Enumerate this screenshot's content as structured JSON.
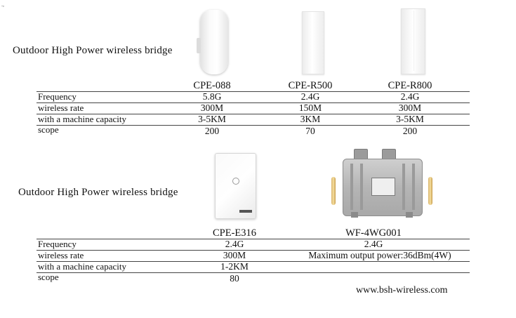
{
  "corner_mark": ".,",
  "section1": {
    "title": "Outdoor High Power wireless bridge",
    "products": [
      "CPE-088",
      "CPE-R500",
      "CPE-R800"
    ],
    "rows": [
      {
        "label": "Frequency",
        "values": [
          "5.8G",
          "2.4G",
          "2.4G"
        ]
      },
      {
        "label": "wireless rate",
        "values": [
          "300M",
          "150M",
          "300M"
        ]
      },
      {
        "label": "with a machine capacity",
        "values": [
          "3-5KM",
          "3KM",
          "3-5KM"
        ]
      },
      {
        "label": "scope",
        "values": [
          "200",
          "70",
          "200"
        ]
      }
    ]
  },
  "section2": {
    "title": "Outdoor High Power wireless bridge",
    "products": [
      "CPE-E316",
      "WF-4WG001"
    ],
    "rows": [
      {
        "label": "Frequency",
        "values": [
          "2.4G",
          "2.4G"
        ]
      },
      {
        "label": "wireless rate",
        "values": [
          "300M",
          "Maximum output power:36dBm(4W)"
        ]
      },
      {
        "label": "with a machine capacity",
        "values": [
          "1-2KM",
          ""
        ]
      },
      {
        "label": "scope",
        "values": [
          "80",
          ""
        ]
      }
    ]
  },
  "footer": {
    "website": "www.bsh-wireless.com"
  },
  "icons": [
    "cpe-088-device-icon",
    "cpe-r500-device-icon",
    "cpe-r800-device-icon",
    "cpe-e316-device-icon",
    "wf-4wg001-device-icon"
  ]
}
